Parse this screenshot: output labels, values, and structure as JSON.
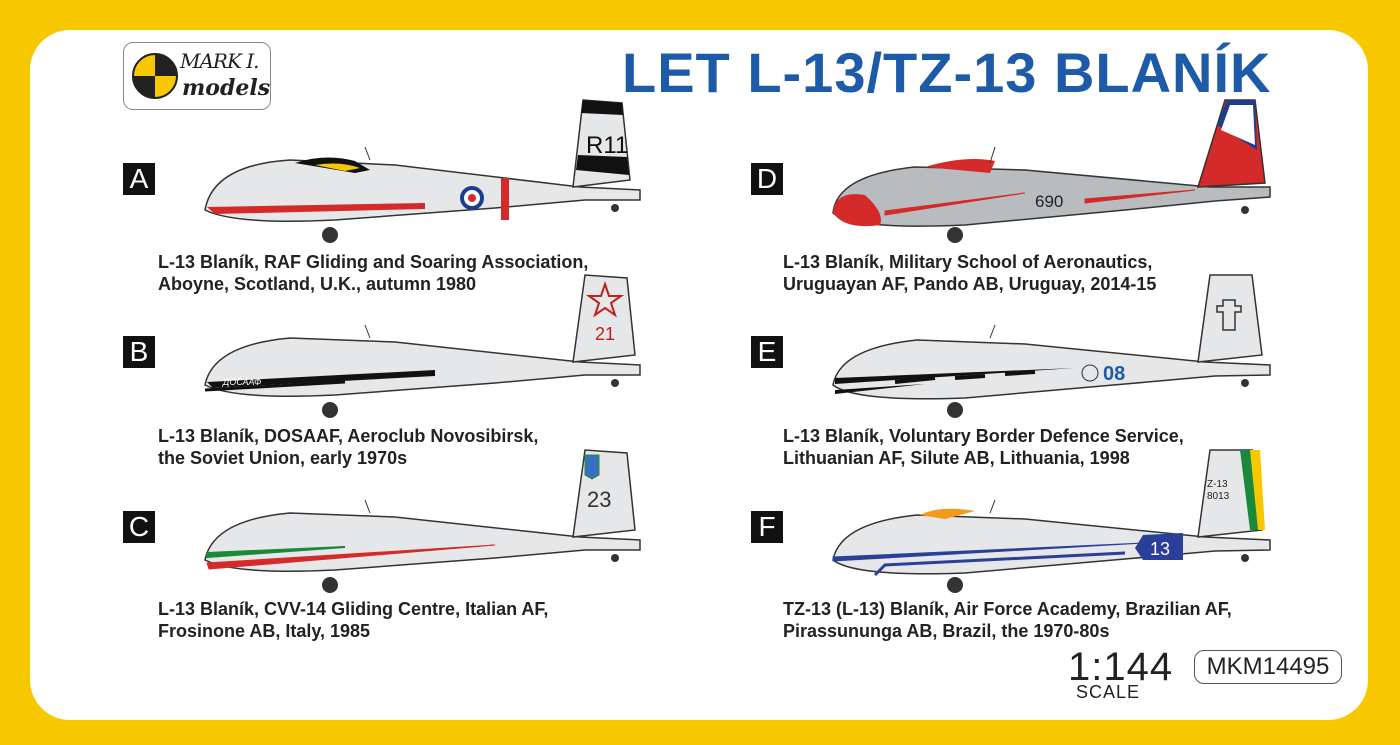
{
  "logo": {
    "line1": "MARK I.",
    "line2": "models"
  },
  "title": "LET L-13/TZ-13 BLANÍK",
  "variants": [
    {
      "letter": "A",
      "line1": "L-13 Blaník, RAF Gliding and Soaring Association,",
      "line2": "Aboyne, Scotland, U.K., autumn 1980",
      "code": "R11"
    },
    {
      "letter": "B",
      "line1": "L-13 Blaník, DOSAAF, Aeroclub Novosibirsk,",
      "line2": "the Soviet Union, early 1970s",
      "code": "21",
      "side_text": "ДОСААФ"
    },
    {
      "letter": "C",
      "line1": "L-13 Blaník, CVV-14 Gliding Centre, Italian AF,",
      "line2": "Frosinone AB, Italy, 1985",
      "code": "23"
    },
    {
      "letter": "D",
      "line1": "L-13 Blaník, Military School of Aeronautics,",
      "line2": "Uruguayan AF, Pando AB, Uruguay, 2014-15",
      "code": "690"
    },
    {
      "letter": "E",
      "line1": "L-13 Blaník, Voluntary Border Defence Service,",
      "line2": "Lithuanian AF, Silute AB, Lithuania, 1998",
      "code": "08"
    },
    {
      "letter": "F",
      "line1": "TZ-13 (L-13) Blaník, Air Force Academy, Brazilian AF,",
      "line2": "Pirassununga AB, Brazil, the 1970-80s",
      "code": "13",
      "tail_code": "Z-13",
      "tail_serial": "8013"
    }
  ],
  "scale": {
    "value": "1:144",
    "label": "SCALE"
  },
  "product_code": "MKM14495",
  "colors": {
    "frame": "#f7c800",
    "title": "#1d5aa8"
  }
}
